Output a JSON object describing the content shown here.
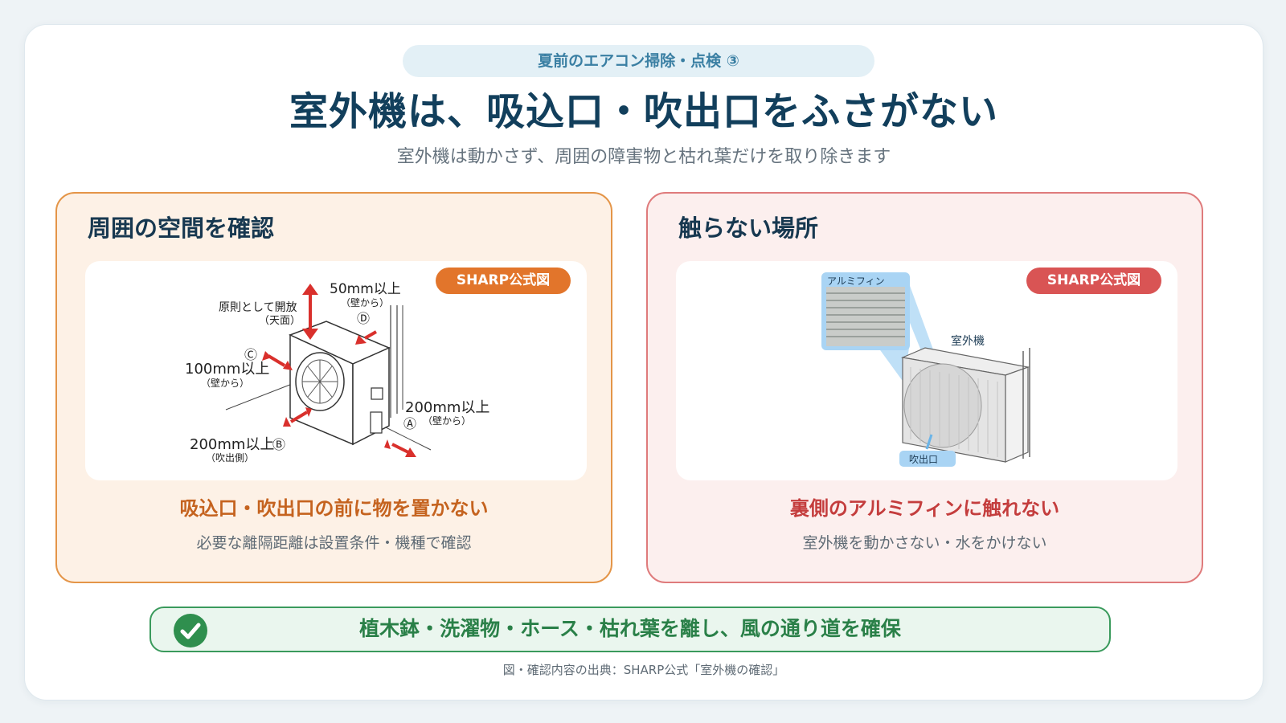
{
  "header": {
    "tag": "夏前のエアコン掃除・点検 ③",
    "title": "室外機は、吸込口・吹出口をふさがない",
    "subtitle": "室外機は動かさず、周囲の障害物と枯れ葉だけを取り除きます"
  },
  "left_panel": {
    "title": "周囲の空間を確認",
    "badge": "SHARP公式図",
    "heading": "吸込口・吹出口の前に物を置かない",
    "note": "必要な離隔距離は設置条件・機種で確認",
    "diagram_labels": {
      "open_top_1": "原則として開放",
      "open_top_2": "（天面）",
      "d_value": "50mm以上",
      "d_sub": "（壁から）",
      "d_mark": "Ⓓ",
      "c_mark": "Ⓒ",
      "c_value": "100mm以上",
      "c_sub": "（壁から）",
      "a_value": "200mm以上",
      "a_sub": "（壁から）",
      "a_mark": "Ⓐ",
      "b_value": "200mm以上",
      "b_mark": "Ⓑ",
      "b_sub": "（吹出側）"
    }
  },
  "right_panel": {
    "title": "触らない場所",
    "badge": "SHARP公式図",
    "heading": "裏側のアルミフィンに触れない",
    "note": "室外機を動かさない・水をかけない",
    "diagram_labels": {
      "fin": "アルミフィン",
      "unit": "室外機",
      "outlet": "吹出口"
    }
  },
  "banner": {
    "text": "植木鉢・洗濯物・ホース・枯れ葉を離し、風の通り道を確保",
    "icon": "check-circle-icon"
  },
  "source": "図・確認内容の出典：SHARP公式「室外機の確認」",
  "colors": {
    "accent_orange": "#e2752b",
    "accent_red": "#d95454",
    "accent_green": "#2f8f4e",
    "title_navy": "#123f5c"
  }
}
